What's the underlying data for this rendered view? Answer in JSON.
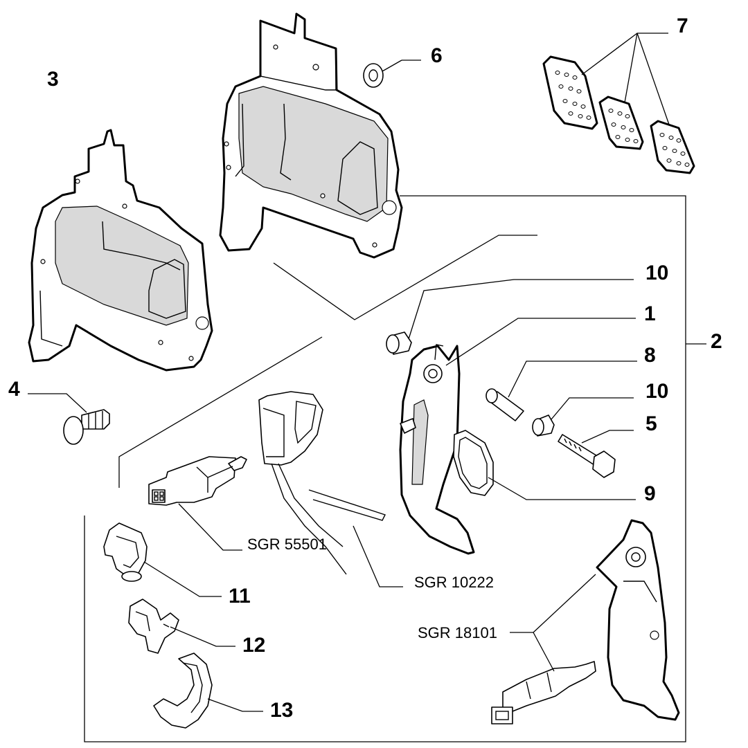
{
  "callouts": {
    "c1": "1",
    "c2": "2",
    "c3": "3",
    "c4": "4",
    "c5": "5",
    "c6": "6",
    "c7": "7",
    "c8": "8",
    "c9": "9",
    "c10a": "10",
    "c10b": "10",
    "c11": "11",
    "c12": "12",
    "c13": "13"
  },
  "references": {
    "sgr_55501": "SGR 55501",
    "sgr_10222": "SGR 10222",
    "sgr_18101": "SGR 18101"
  }
}
